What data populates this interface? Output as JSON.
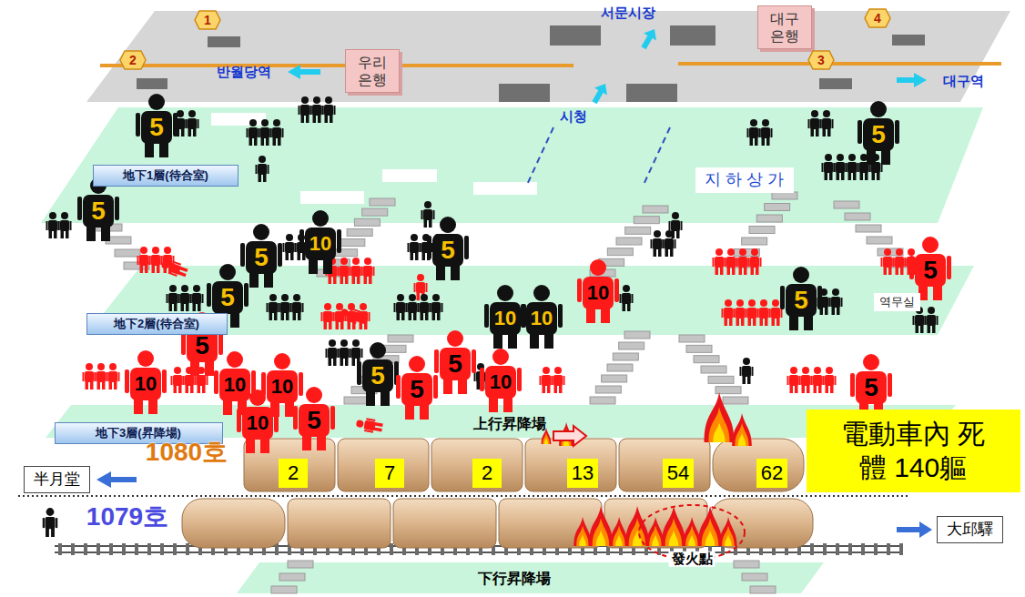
{
  "diagram": {
    "nodes": [
      {
        "text": [
          "1"
        ]
      },
      {
        "text": [
          "2"
        ]
      },
      {
        "text": [
          "우리 은행"
        ]
      },
      {
        "text": [
          "대구 은행"
        ]
      },
      {
        "text": [
          "3"
        ]
      },
      {
        "text": [
          "4"
        ]
      },
      {
        "text": [
          "地下1層(待合室)"
        ]
      },
      {
        "text": [
          "지 하 상 가"
        ]
      },
      {
        "text": [
          "역무실"
        ]
      },
      {
        "text": [
          "地下2層(待合室)"
        ]
      },
      {
        "text": [
          "地下3層(昇降場)"
        ]
      },
      {
        "text": [
          "電動車內 死體 140軀"
        ]
      },
      {
        "text": [
          "半月堂"
        ]
      },
      {
        "text": [
          "2"
        ]
      },
      {
        "text": [
          "7"
        ]
      },
      {
        "text": [
          "2"
        ]
      },
      {
        "text": [
          "13"
        ]
      },
      {
        "text": [
          "54"
        ]
      },
      {
        "text": [
          "62"
        ]
      },
      {
        "text": [
          "大邱驛"
        ]
      }
    ],
    "labels": [
      "서문시장",
      "반월당역",
      "시청",
      "대구역",
      "5",
      "5",
      "5",
      "10",
      "5",
      "5",
      "5",
      "10",
      "5",
      "5",
      "10",
      "10",
      "5",
      "5",
      "5",
      "10",
      "10",
      "10",
      "5",
      "5",
      "10",
      "10",
      "5",
      "上行昇降場",
      "1080호",
      "1079호",
      "發火點",
      "下行昇降場"
    ]
  }
}
